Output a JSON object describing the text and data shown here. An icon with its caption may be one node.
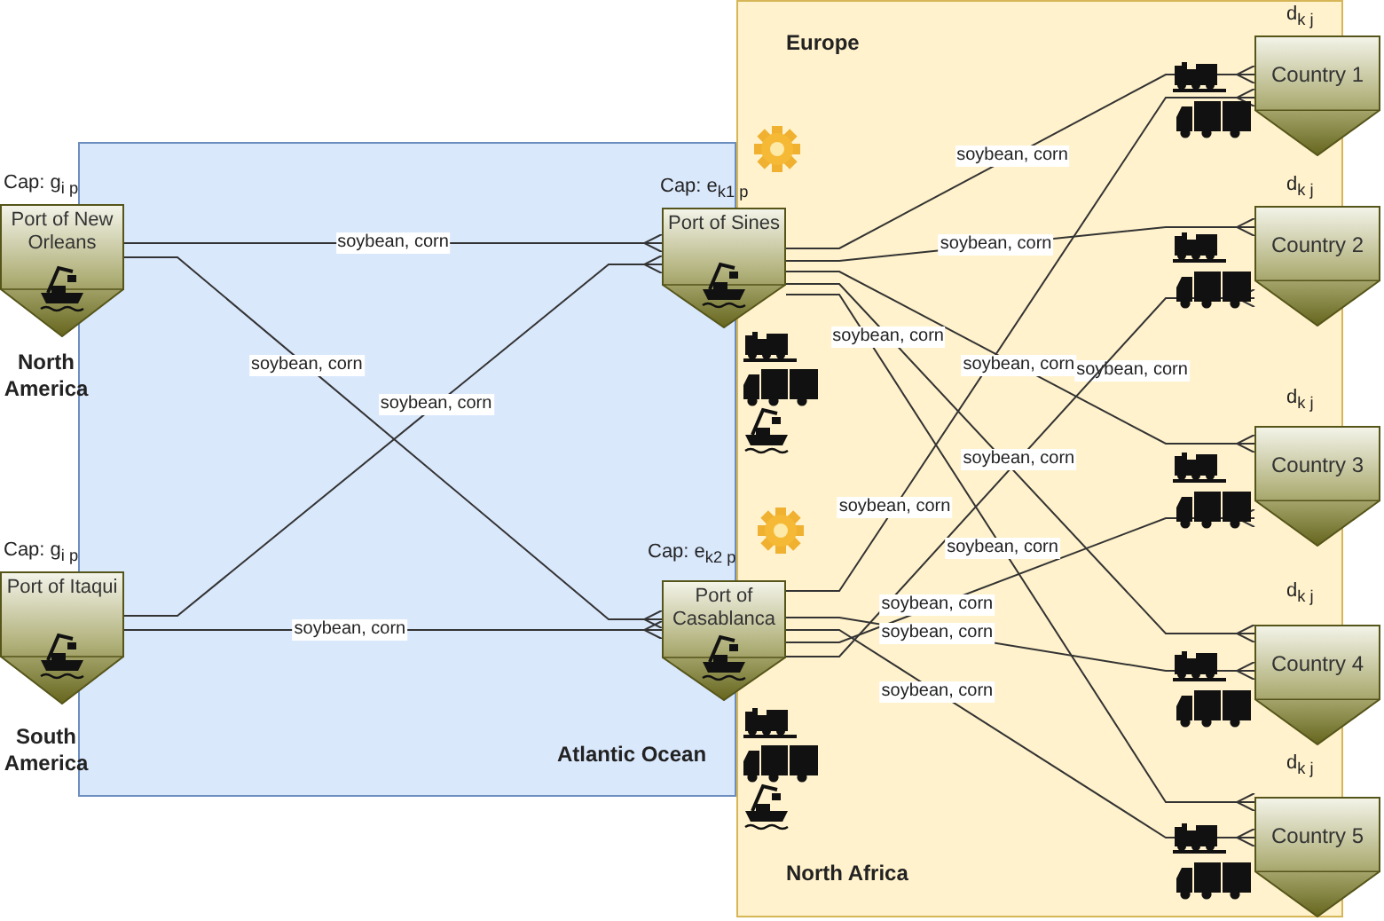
{
  "diagram": {
    "nodes": [
      {
        "text": [
          "Port of New Orleans"
        ],
        "beside": [
          "Cap: g$_{i p}$",
          "North America"
        ]
      },
      {
        "text": [
          "Port of Itaqui"
        ],
        "beside": [
          "Cap: g$_{i p}$",
          "South America"
        ]
      },
      {
        "text": [
          "Port of Sines"
        ],
        "beside": [
          "Cap: e$_{k1 p}$"
        ]
      },
      {
        "text": [
          "Port of Casablanca"
        ],
        "beside": [
          "Cap: e$_{k2 p}$"
        ]
      },
      {
        "text": [
          "Country 1"
        ],
        "beside": [
          "d$_{k j}$"
        ]
      },
      {
        "text": [
          "Country 2"
        ],
        "beside": [
          "d$_{k j}$"
        ]
      },
      {
        "text": [
          "Country 3"
        ],
        "beside": [
          "d$_{k j}$"
        ]
      },
      {
        "text": [
          "Country 4"
        ],
        "beside": [
          "d$_{k j}$"
        ]
      },
      {
        "text": [
          "Country 5"
        ],
        "beside": [
          "d$_{k j}$"
        ]
      }
    ],
    "edges": [
      {
        "from": 0,
        "to": 2,
        "arrow": "other",
        "label": "soybean, corn"
      },
      {
        "from": 0,
        "to": 3,
        "arrow": "other",
        "label": "soybean, corn"
      },
      {
        "from": 1,
        "to": 2,
        "arrow": "other",
        "label": "soybean, corn"
      },
      {
        "from": 1,
        "to": 3,
        "arrow": "other",
        "label": "soybean, corn"
      },
      {
        "from": 2,
        "to": 4,
        "arrow": "other",
        "label": "soybean, corn"
      },
      {
        "from": 2,
        "to": 5,
        "arrow": "other",
        "label": "soybean, corn"
      },
      {
        "from": 2,
        "to": 6,
        "arrow": "other",
        "label": "soybean, corn"
      },
      {
        "from": 2,
        "to": 7,
        "arrow": "other",
        "label": "soybean, corn"
      },
      {
        "from": 2,
        "to": 8,
        "arrow": "other",
        "label": "soybean, corn"
      },
      {
        "from": 3,
        "to": 4,
        "arrow": "other",
        "label": "soybean, corn"
      },
      {
        "from": 3,
        "to": 5,
        "arrow": "other",
        "label": "soybean, corn"
      },
      {
        "from": 3,
        "to": 6,
        "arrow": "other",
        "label": "soybean, corn"
      },
      {
        "from": 3,
        "to": 7,
        "arrow": "other",
        "label": "soybean, corn"
      },
      {
        "from": 3,
        "to": 8,
        "arrow": "other",
        "label": "soybean, corn"
      }
    ],
    "labels": [
      "Europe",
      "Atlantic Ocean",
      "North Africa",
      "soybean, corn"
    ]
  }
}
